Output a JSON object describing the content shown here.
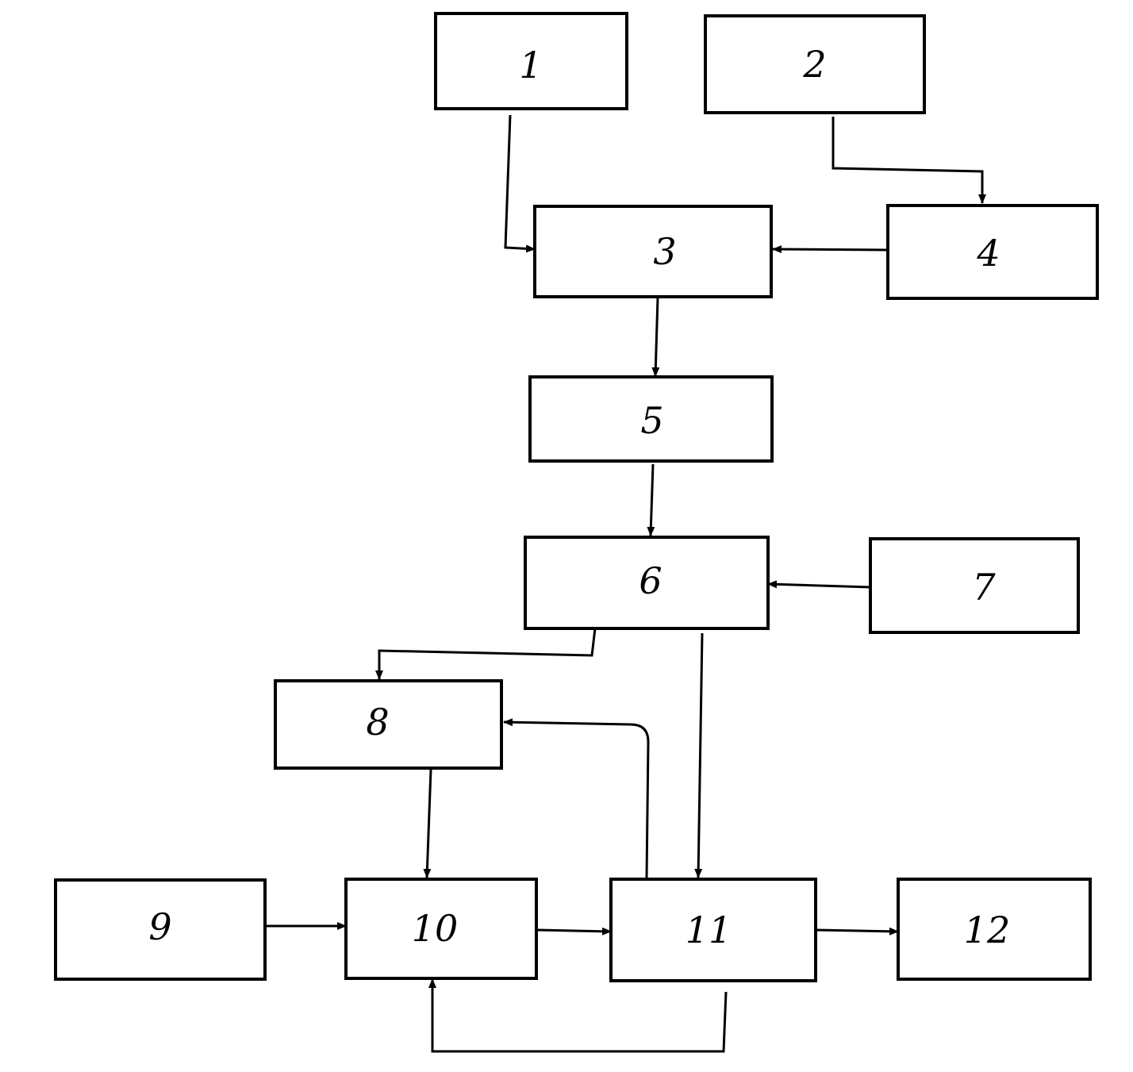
{
  "nodes": [
    {
      "id": "n1",
      "label": "1"
    },
    {
      "id": "n2",
      "label": "2"
    },
    {
      "id": "n3",
      "label": "3"
    },
    {
      "id": "n4",
      "label": "4"
    },
    {
      "id": "n5",
      "label": "5"
    },
    {
      "id": "n6",
      "label": "6"
    },
    {
      "id": "n7",
      "label": "7"
    },
    {
      "id": "n8",
      "label": "8"
    },
    {
      "id": "n9",
      "label": "9"
    },
    {
      "id": "n10",
      "label": "10"
    },
    {
      "id": "n11",
      "label": "11"
    },
    {
      "id": "n12",
      "label": "12"
    }
  ],
  "edges": [
    {
      "from": "1",
      "to": "3"
    },
    {
      "from": "2",
      "to": "4"
    },
    {
      "from": "4",
      "to": "3"
    },
    {
      "from": "3",
      "to": "5"
    },
    {
      "from": "5",
      "to": "6"
    },
    {
      "from": "7",
      "to": "6"
    },
    {
      "from": "6",
      "to": "8"
    },
    {
      "from": "6",
      "to": "11"
    },
    {
      "from": "11",
      "to": "8"
    },
    {
      "from": "8",
      "to": "10"
    },
    {
      "from": "9",
      "to": "10"
    },
    {
      "from": "10",
      "to": "11"
    },
    {
      "from": "11",
      "to": "12"
    },
    {
      "from": "11",
      "to": "10"
    }
  ]
}
